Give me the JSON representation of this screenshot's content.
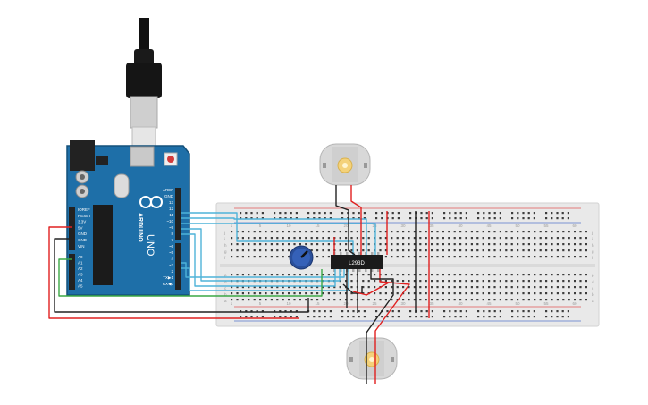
{
  "arduino": {
    "brand": "ARDUINO",
    "model": "UNO",
    "power_labels": [
      "IOREF",
      "RESET",
      "3.3V",
      "5V",
      "GND",
      "GND",
      "VIN"
    ],
    "analog_labels": [
      "A0",
      "A1",
      "A2",
      "A3",
      "A4",
      "A5"
    ],
    "digital_labels": [
      "AREF",
      "GND",
      "13",
      "12",
      "~11",
      "~10",
      "~9",
      "8",
      "7",
      "~6",
      "~5",
      "4",
      "~3",
      "2",
      "TX▶1",
      "RX◀0"
    ]
  },
  "chip": {
    "label": "L293D"
  },
  "breadboard": {
    "column_numbers": [
      "1",
      "5",
      "10",
      "15",
      "20",
      "25",
      "30",
      "35",
      "40",
      "45",
      "50",
      "55",
      "60"
    ],
    "row_letters_top": [
      "j",
      "i",
      "h",
      "g",
      "f"
    ],
    "row_letters_bottom": [
      "e",
      "d",
      "c",
      "b",
      "a"
    ]
  },
  "colors": {
    "arduino_blue": "#1e6fa8",
    "wire_red": "#e02020",
    "wire_black": "#222222",
    "wire_cyan": "#4fb3d9",
    "wire_green": "#3aa845",
    "breadboard": "#e9e9e9",
    "chip": "#1b1b1b",
    "motor_body": "#d8d8d8",
    "motor_hub": "#f4d27a",
    "pot_blue": "#2a4f9a"
  }
}
